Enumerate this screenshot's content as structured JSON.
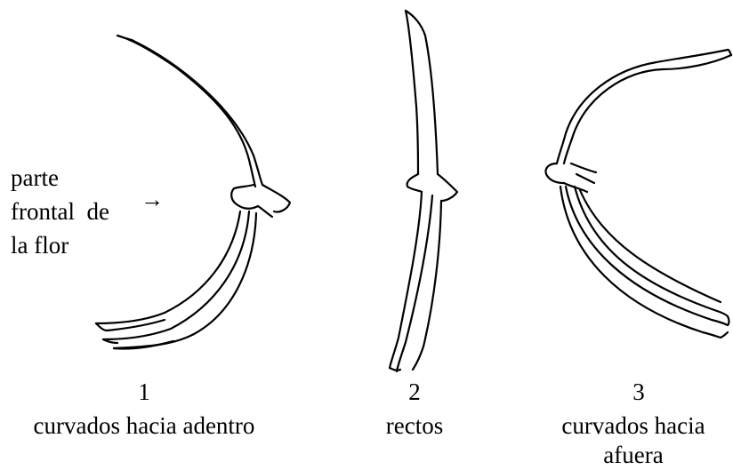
{
  "annotation": {
    "lines": [
      "parte",
      "frontal  de",
      "la flor"
    ],
    "arrow_glyph": "→"
  },
  "figures": [
    {
      "number": "1",
      "caption_lines": [
        "curvados hacia adentro"
      ]
    },
    {
      "number": "2",
      "caption_lines": [
        "rectos"
      ]
    },
    {
      "number": "3",
      "caption_lines": [
        "curvados hacia",
        "afuera"
      ]
    }
  ]
}
